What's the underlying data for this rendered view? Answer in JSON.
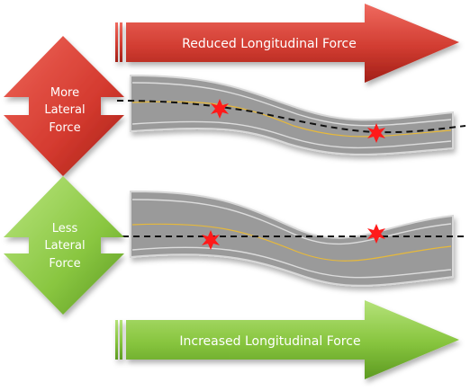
{
  "top_arrow": {
    "label": "Reduced Longitudinal Force",
    "color": "#c9302c"
  },
  "bottom_arrow": {
    "label": "Increased Longitudinal Force",
    "color": "#7fbf2f"
  },
  "top_diamond": {
    "lines": [
      "More",
      "Lateral",
      "Force"
    ],
    "color": "#c9302c"
  },
  "bottom_diamond": {
    "lines": [
      "Less",
      "Lateral",
      "Force"
    ],
    "color": "#7fbf2f"
  },
  "road": {
    "surface_color": "#9a9a9a",
    "edge_color": "#d8d8d8",
    "center_line_color": "#e7b93a"
  },
  "marker": {
    "icon": "starburst-icon",
    "color": "#ff1a1a"
  }
}
